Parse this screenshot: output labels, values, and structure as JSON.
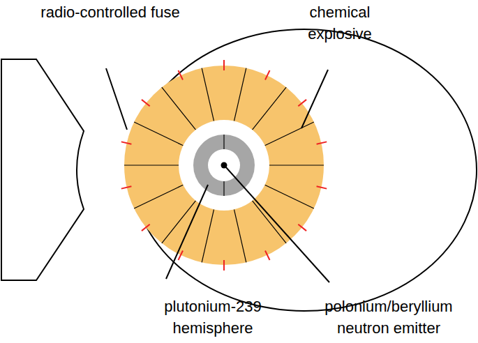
{
  "diagram": {
    "labels": [
      "radio-controlled fuse",
      "chemical explosive",
      "plutonium-239 hemisphere",
      "polonium/beryllium neutron emitter"
    ]
  }
}
